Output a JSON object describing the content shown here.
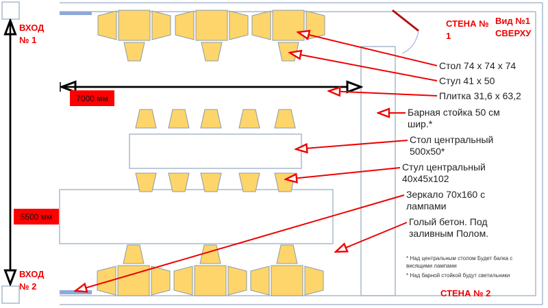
{
  "colors": {
    "furniture": "#fdd56a",
    "furniture_stroke": "#8a9aa8",
    "wall": "#a9b9cc",
    "accent_bar": "#8ea9d8",
    "arrow": "#e00000",
    "label_bg": "#ff0000"
  },
  "entrances": {
    "entry1": "ВХОД № 1",
    "entry2": "ВХОД № 2"
  },
  "walls": {
    "wall1": "СТЕНА № 1",
    "wall2": "СТЕНА № 2"
  },
  "view": "Вид №1 СВЕРХУ",
  "dimensions": {
    "width": "7000 мм",
    "height": "5500 мм"
  },
  "labels": {
    "table": "Стол 74 х 74 х 74",
    "chair": "Стул 41 х 50",
    "tile": "Плитка 31,6 х 63,2",
    "bar": "Барная стойка 50 см шир.*",
    "central_table": "Стол центральный 500х50*",
    "central_chair": "Стул центральный 40х45х102",
    "mirror": "Зеркало 70х160 с лампами",
    "concrete": "Голый бетон. Под заливным Полом."
  },
  "notes": {
    "note1": "* Над центральным столом Будет балка с висящими лампами",
    "note2": "* Над барной стойкой будут светильники"
  }
}
